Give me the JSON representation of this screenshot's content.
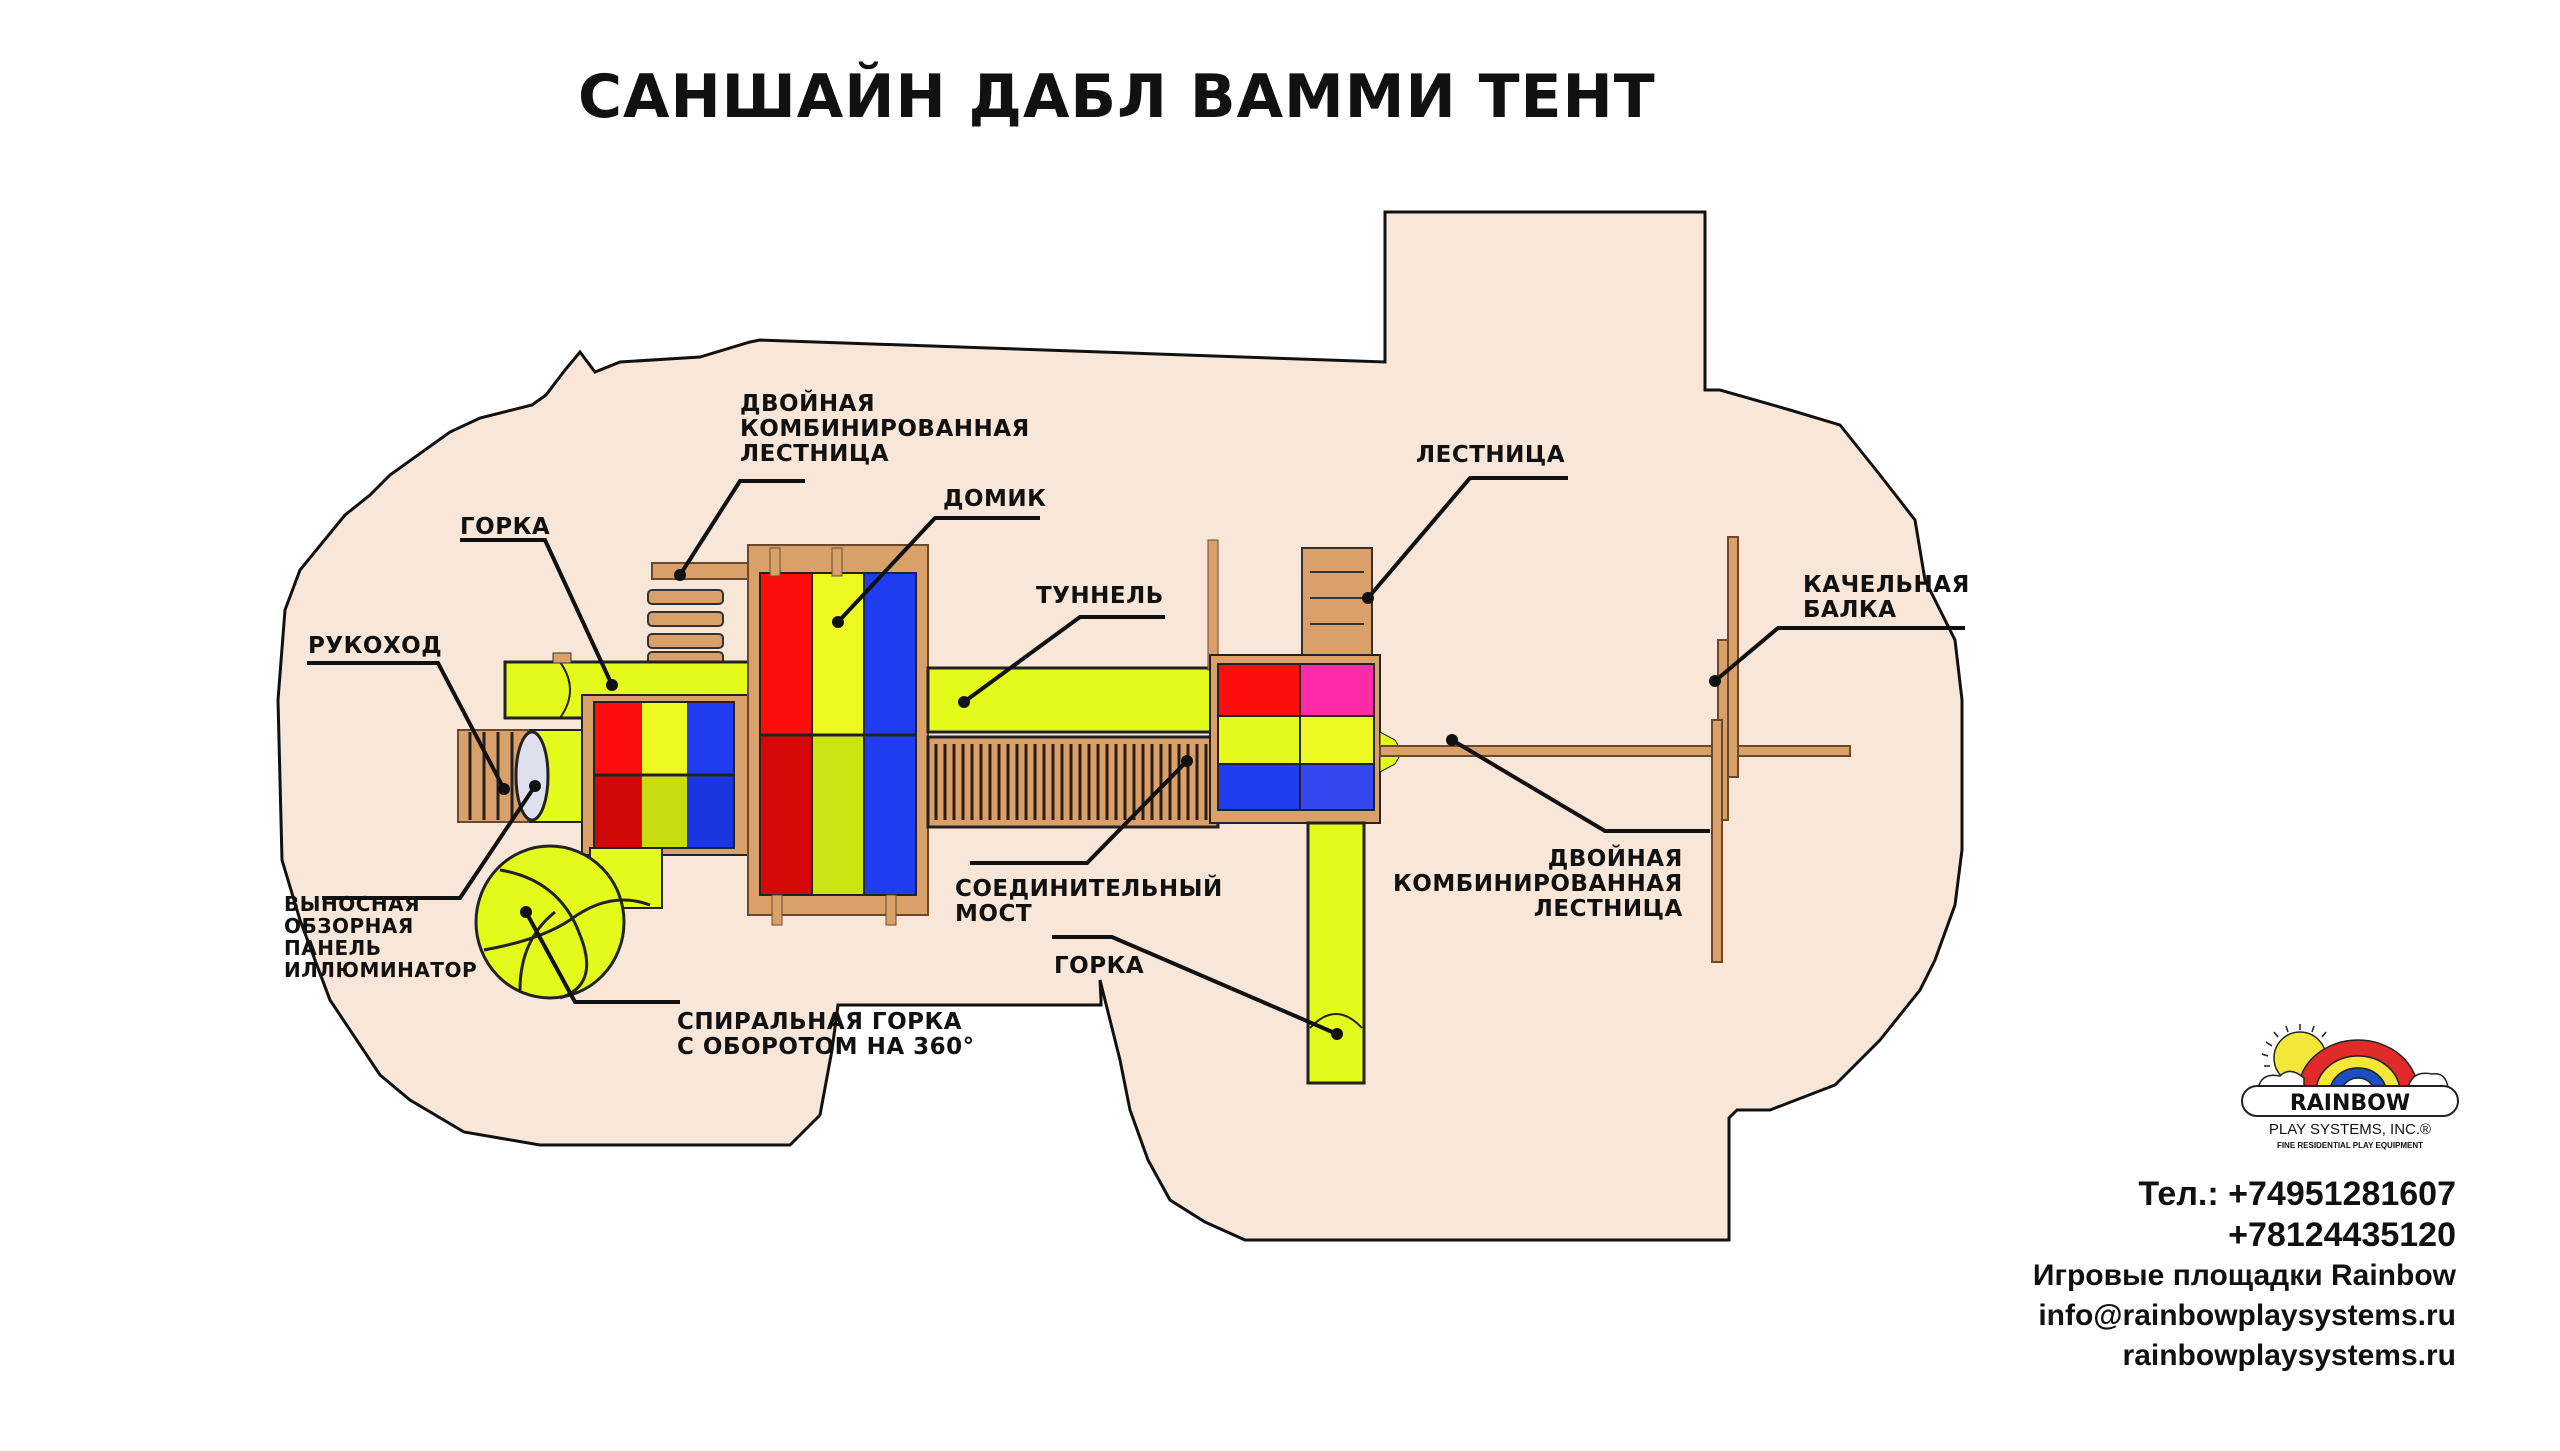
{
  "title": "САНШАЙН ДАБЛ ВАММИ ТЕНТ",
  "colors": {
    "area_fill": "#f8e6d9",
    "wood": "#d9a06a",
    "slide_yellow": "#e4fa1a",
    "roof_red": "#ff0d0d",
    "roof_yellow": "#eef924",
    "roof_blue": "#1f3cf0",
    "roof_pink": "#ff2aa8"
  },
  "labels": {
    "double_ladder_top": "ДВОЙНАЯ\nКОМБИНИРОВАННАЯ\nЛЕСТНИЦА",
    "house": "ДОМИК",
    "slide_left": "ГОРКА",
    "monkey_bars": "РУКОХОД",
    "tunnel": "ТУННЕЛЬ",
    "ladder": "ЛЕСТНИЦА",
    "swing_beam": "КАЧЕЛЬНАЯ\nБАЛКА",
    "periscope_panel": "ВЫНОСНАЯ\nОБЗОРНАЯ\nПАНЕЛЬ\nИЛЛЮМИНАТОР",
    "spiral_slide": "СПИРАЛЬНАЯ ГОРКА\nС ОБОРОТОМ НА 360°",
    "bridge": "СОЕДИНИТЕЛЬНЫЙ\nМОСТ",
    "double_ladder_right": "ДВОЙНАЯ\nКОМБИНИРОВАННАЯ\nЛЕСТНИЦА",
    "slide_bottom": "ГОРКА"
  },
  "logo": {
    "brand": "RAINBOW",
    "subtitle": "PLAY SYSTEMS, INC.®",
    "tagline": "FINE RESIDENTIAL PLAY EQUIPMENT"
  },
  "contacts": {
    "phone1": "Тел.: +74951281607",
    "phone2": "+78124435120",
    "company": "Игровые площадки Rainbow",
    "email": "info@rainbowplaysystems.ru",
    "website": "rainbowplaysystems.ru"
  }
}
